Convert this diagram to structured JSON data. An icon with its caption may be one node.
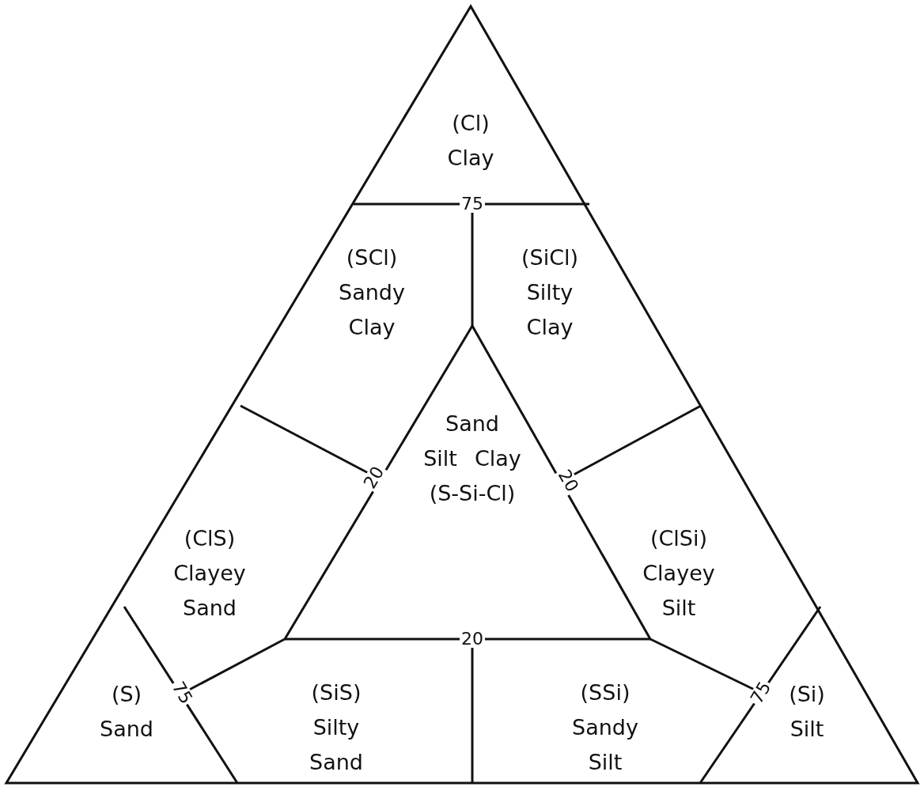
{
  "diagram": {
    "nodes": [
      {
        "text": [
          "(Cl)",
          "Clay"
        ]
      },
      {
        "text": [
          "(SCl)",
          "Sandy",
          "Clay"
        ]
      },
      {
        "text": [
          "(SiCl)",
          "Silty",
          "Clay"
        ]
      },
      {
        "text": [
          "(ClS)",
          "Clayey",
          "Sand"
        ]
      },
      {
        "text": [
          "Sand",
          "Silt",
          "Clay",
          "(S-Si-Cl)"
        ]
      },
      {
        "text": [
          "(ClSi)",
          "Clayey",
          "Silt"
        ]
      },
      {
        "text": [
          "(S)",
          "Sand"
        ]
      },
      {
        "text": [
          "(SiS)",
          "Silty",
          "Sand"
        ]
      },
      {
        "text": [
          "(SSi)",
          "Sandy",
          "Silt"
        ]
      },
      {
        "text": [
          "(Si)",
          "Silt"
        ]
      }
    ],
    "labels": [
      "75",
      "20",
      "20",
      "20",
      "75",
      "75"
    ]
  }
}
